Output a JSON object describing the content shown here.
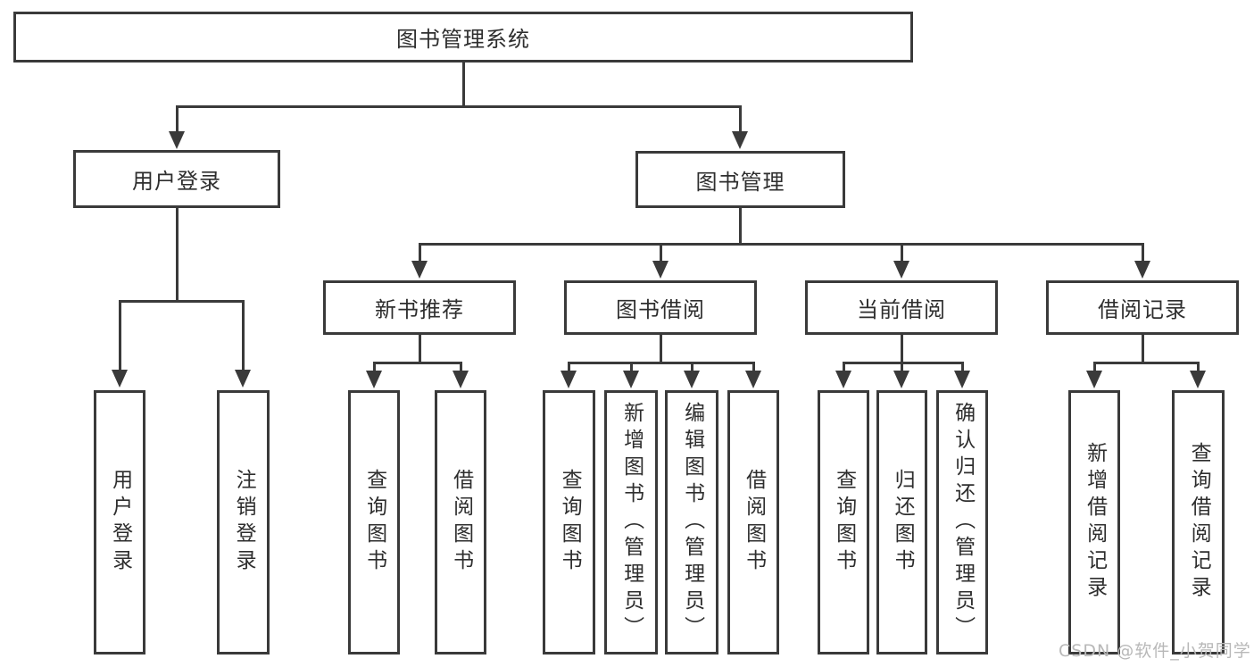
{
  "diagram": {
    "root": {
      "label": "图书管理系统"
    },
    "level2": {
      "user_login": {
        "label": "用户登录"
      },
      "book_mgmt": {
        "label": "图书管理"
      }
    },
    "level3": {
      "new_books": {
        "label": "新书推荐"
      },
      "book_borrow": {
        "label": "图书借阅"
      },
      "current_borrow": {
        "label": "当前借阅"
      },
      "borrow_records": {
        "label": "借阅记录"
      }
    },
    "leaves": {
      "user_login_leaf": {
        "label": "用户登录"
      },
      "logout": {
        "label": "注销登录"
      },
      "nb_query": {
        "label": "查询图书"
      },
      "nb_borrow": {
        "label": "借阅图书"
      },
      "bb_query": {
        "label": "查询图书"
      },
      "bb_add": {
        "label": "新增图书（管理员）"
      },
      "bb_edit": {
        "label": "编辑图书（管理员）"
      },
      "bb_borrow": {
        "label": "借阅图书"
      },
      "cb_query": {
        "label": "查询图书"
      },
      "cb_return": {
        "label": "归还图书"
      },
      "cb_confirm": {
        "label": "确认归还（管理员）"
      },
      "br_add": {
        "label": "新增借阅记录"
      },
      "br_query": {
        "label": "查询借阅记录"
      }
    }
  },
  "watermark": {
    "text": "CSDN @软件_小贺同学"
  },
  "colors": {
    "line": "#3a3a3a",
    "text": "#2e2e2e",
    "box_bg": "#ffffff",
    "background": "#ffffff",
    "watermark": "#b8b8b8"
  }
}
